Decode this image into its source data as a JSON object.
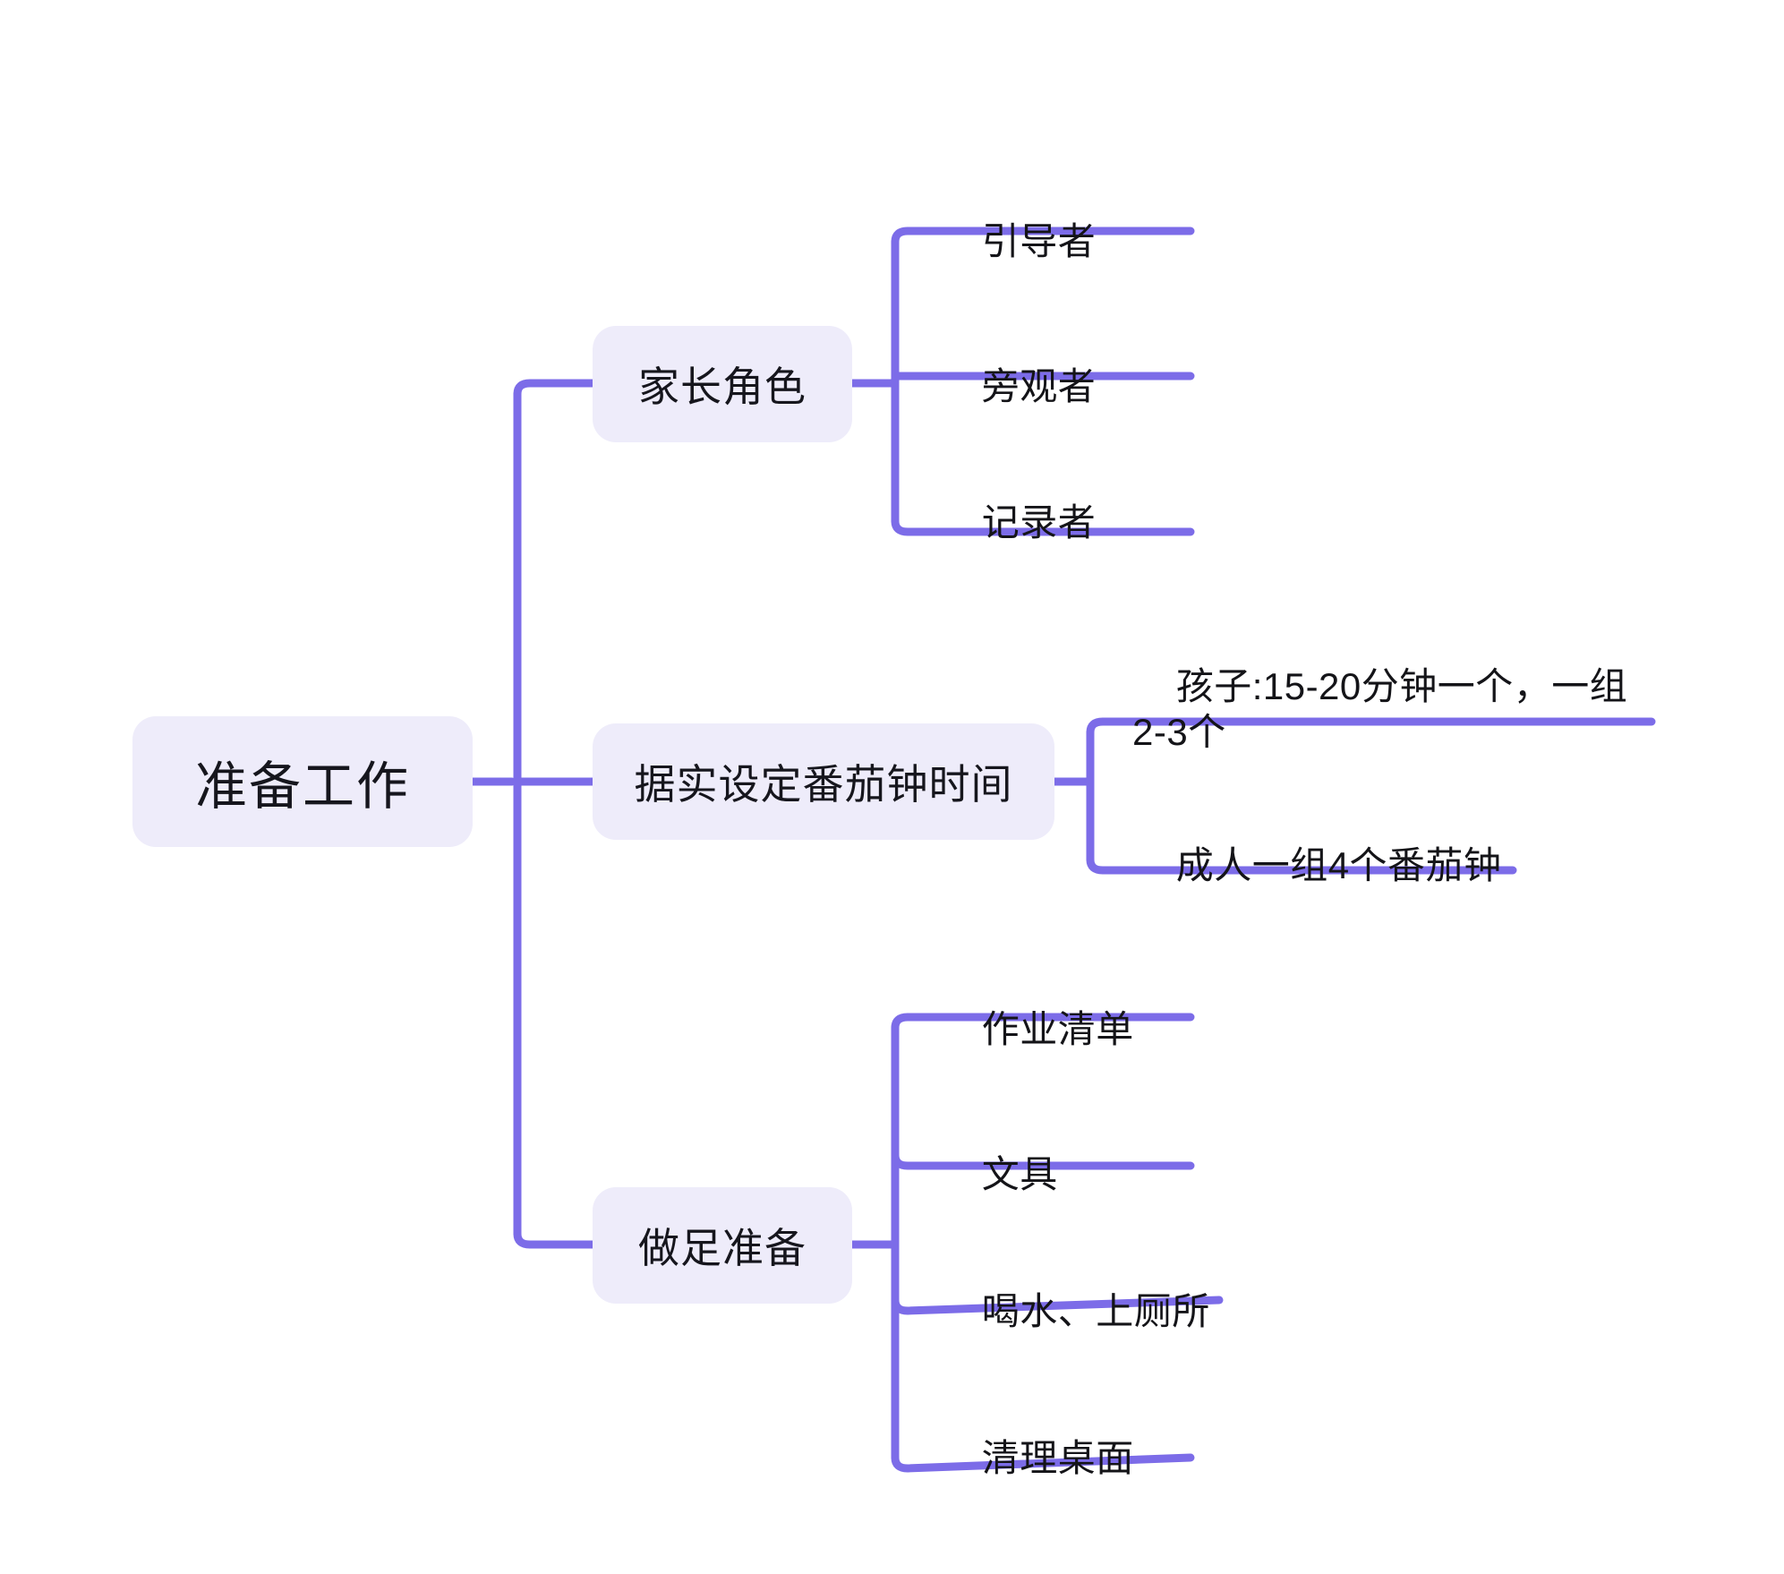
{
  "diagram": {
    "type": "mind-map",
    "title": "准备工作",
    "orientation": "left-to-right",
    "colors": {
      "node_background": "#eeecfa",
      "connector": "#7c6ce8",
      "text": "#16161d",
      "canvas": "#ffffff"
    },
    "root": {
      "label": "准备工作"
    },
    "branches": [
      {
        "label": "家长角色",
        "children": [
          {
            "label": "引导者"
          },
          {
            "label": "旁观者"
          },
          {
            "label": "记录者"
          }
        ]
      },
      {
        "label": "据实设定番茄钟时间",
        "children": [
          {
            "label": "孩子:15-20分钟一个，一组2-3个"
          },
          {
            "label": "成人一组4个番茄钟"
          }
        ]
      },
      {
        "label": "做足准备",
        "children": [
          {
            "label": "作业清单"
          },
          {
            "label": "文具"
          },
          {
            "label": "喝水、上厕所"
          },
          {
            "label": "清理桌面"
          }
        ]
      }
    ]
  }
}
